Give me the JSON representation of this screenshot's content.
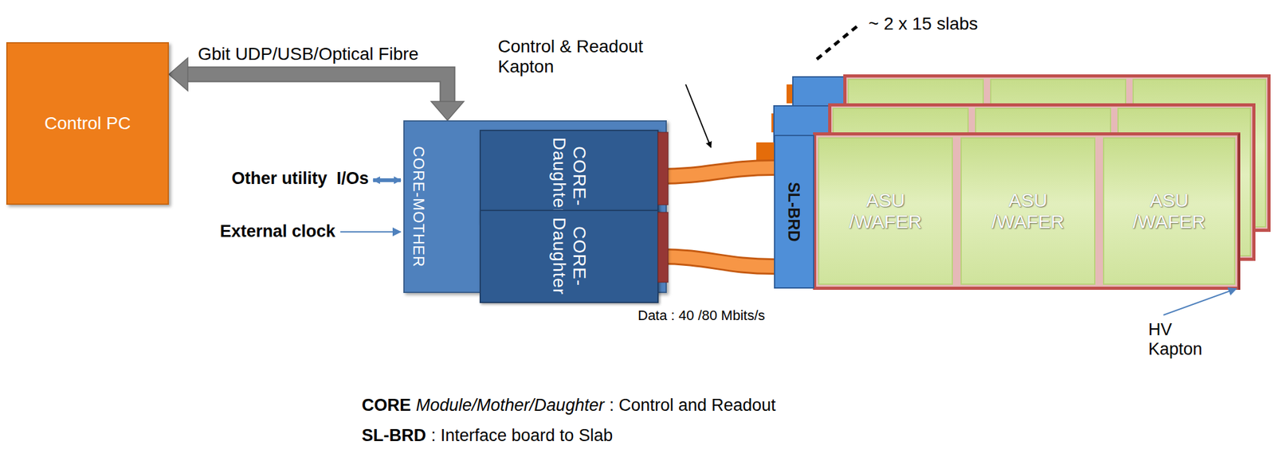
{
  "diagram": {
    "nodes": [
      {
        "text": [
          "Control PC"
        ]
      },
      {
        "text": [
          "CORE-MOTHER"
        ]
      },
      {
        "text": [
          "CORE-Daughter"
        ],
        "in": 1
      },
      {
        "text": [
          "CORE-Daughter"
        ],
        "in": 1
      },
      {
        "text": [
          "SL-BRD"
        ]
      },
      {
        "text": [
          "ASU /WAFER"
        ]
      },
      {
        "text": [
          "ASU /WAFER"
        ]
      },
      {
        "text": [
          "ASU /WAFER"
        ]
      }
    ],
    "edges": [
      {
        "from": 0,
        "to": 1,
        "label": "Gbit UDP/USB/Optical Fibre",
        "arrow": "both"
      },
      {
        "from": 2,
        "to": 4,
        "arrow": "none"
      },
      {
        "from": 3,
        "to": 4,
        "arrow": "none"
      }
    ],
    "labels": [
      "Control & Readout Kapton",
      "~ 2 x 15 slabs",
      "Other utility  I/Os",
      "External clock",
      "Data : 40 /80 Mbits/s",
      "HV Kapton",
      "CORE",
      "Module/Mother/Daughter",
      ": Control and Readout",
      "SL-BRD",
      ": Interface board to Slab"
    ]
  }
}
